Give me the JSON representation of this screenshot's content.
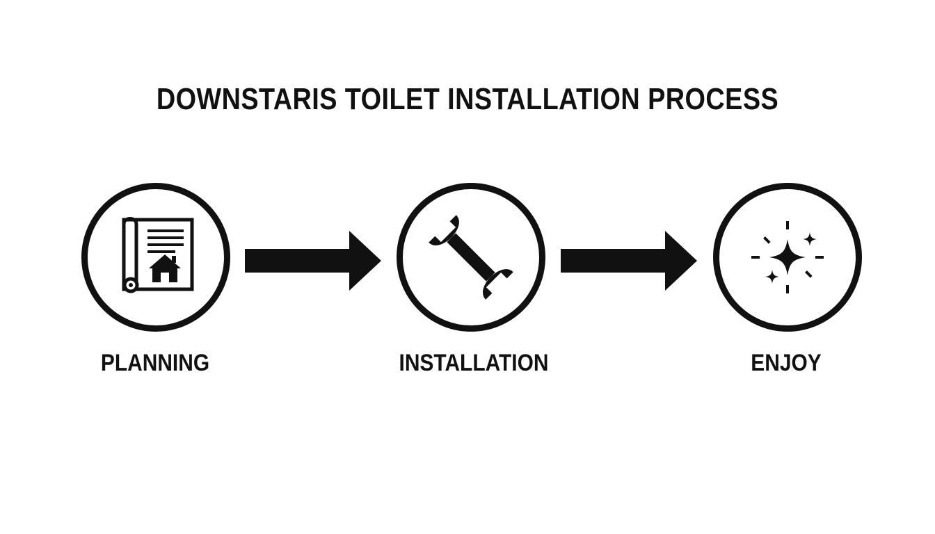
{
  "title": "DOWNSTARIS TOILET INSTALLATION PROCESS",
  "steps": [
    {
      "label": "PLANNING",
      "icon": "blueprint-house-icon"
    },
    {
      "label": "INSTALLATION",
      "icon": "wrench-icon"
    },
    {
      "label": "ENJOY",
      "icon": "sparkle-icon"
    }
  ],
  "colors": {
    "stroke": "#111111",
    "background": "#ffffff"
  }
}
